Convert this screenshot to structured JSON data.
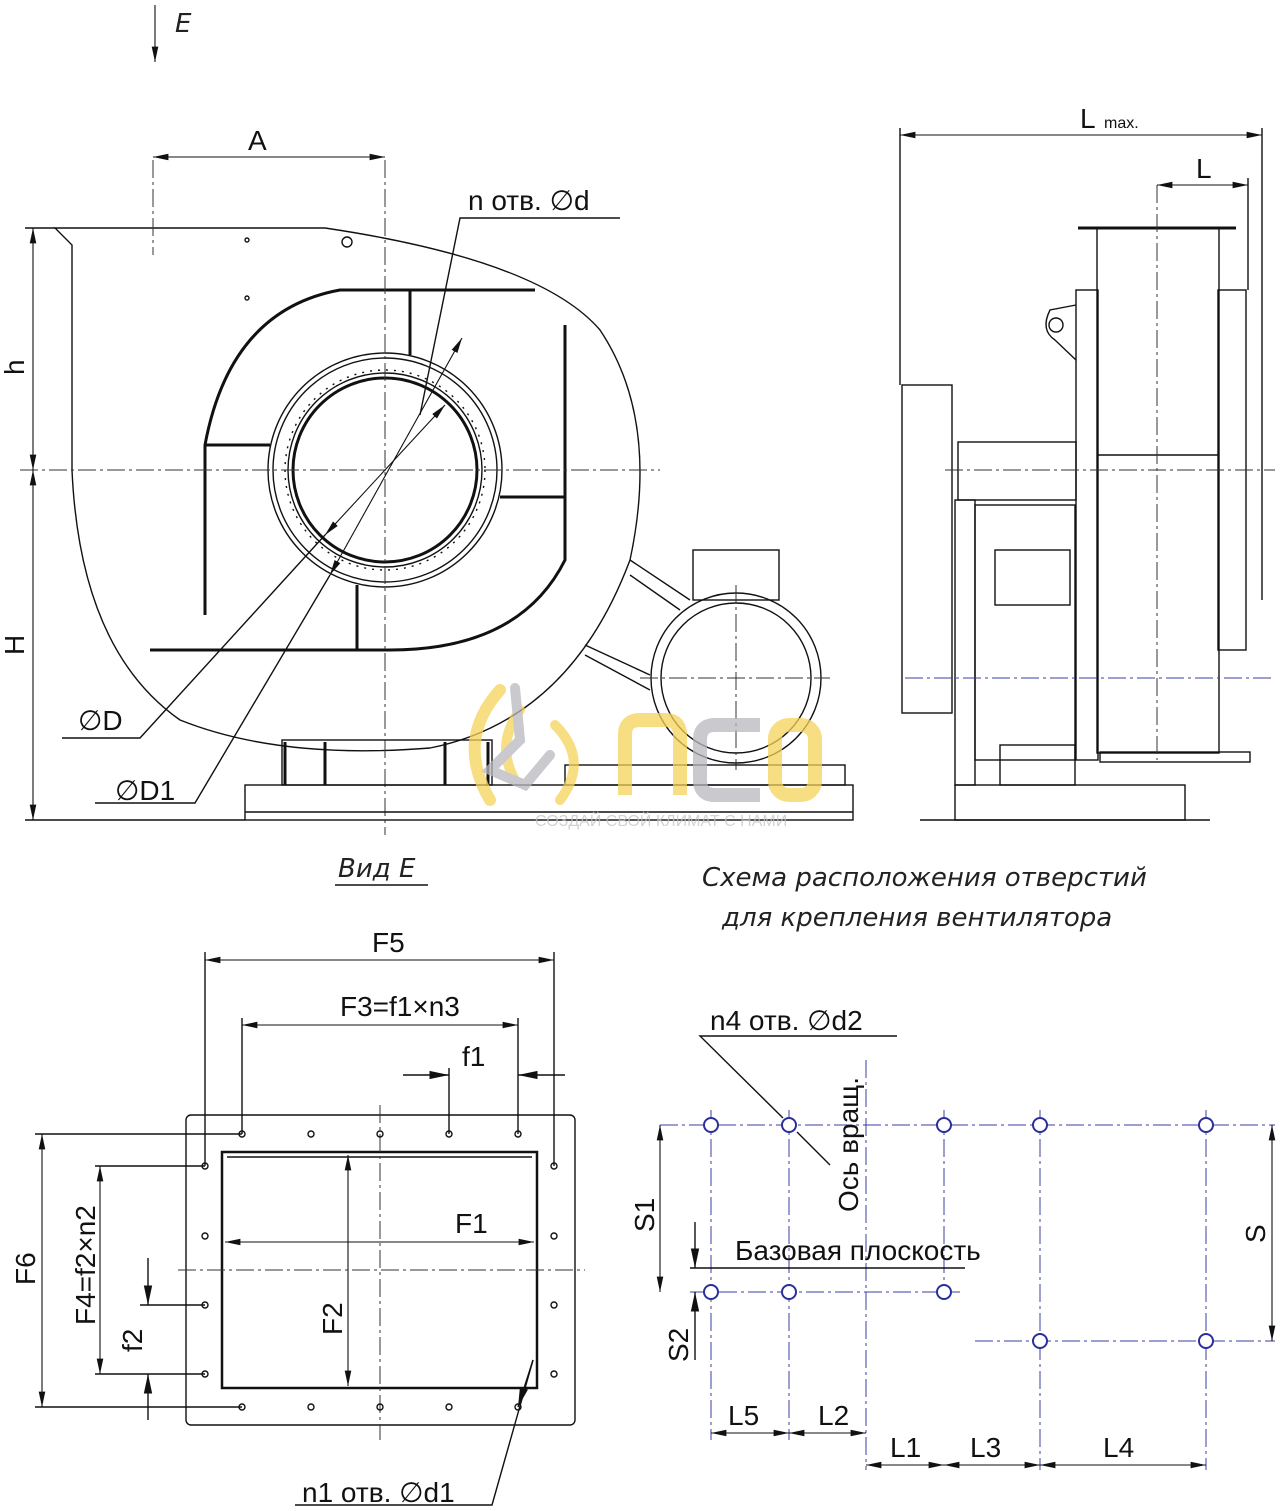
{
  "view_arrow_label": "E",
  "front_view": {
    "A": "A",
    "h": "h",
    "H": "H",
    "n_holes": "n отв. ∅d",
    "D": "∅D",
    "D1": "∅D1"
  },
  "side_view": {
    "Lmax": "L",
    "Lmax_sub": "max.",
    "L": "L"
  },
  "flange_view": {
    "title": "Вид Е",
    "F5": "F5",
    "F3": "F3=f1×n3",
    "f1": "f1",
    "F1": "F1",
    "F2": "F2",
    "F6": "F6",
    "F4": "F4=f2×n2",
    "f2": "f2",
    "n1_holes": "n1 отв. ∅d1"
  },
  "mount_scheme": {
    "title_line1": "Схема расположения отверстий",
    "title_line2": "для крепления вентилятора",
    "n4_holes": "n4 отв. ∅d2",
    "axis": "Ось вращ.",
    "base_plane": "Базовая плоскость",
    "S1": "S1",
    "S2": "S2",
    "S": "S",
    "L5": "L5",
    "L2": "L2",
    "L1": "L1",
    "L3": "L3",
    "L4": "L4"
  },
  "watermark": {
    "logo": "NCO",
    "slogan": "СОЗДАЙ СВОЙ КЛИМАТ С НАМИ"
  },
  "colors": {
    "line": "#111111",
    "hole_blue": "#2a2f9a",
    "logo_yellow": "#f5d35a",
    "logo_gray": "#b8b8be"
  }
}
